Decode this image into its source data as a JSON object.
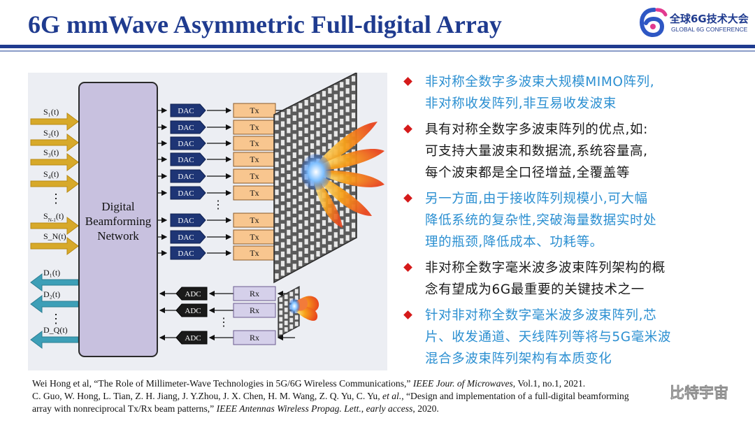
{
  "slide": {
    "title": "6G mmWave Asymmetric Full-digital Array",
    "logo": {
      "cn": "全球6G技术大会",
      "en": "GLOBAL 6G CONFERENCE"
    }
  },
  "diagram": {
    "network_label": [
      "Digital",
      "Beamforming",
      "Network"
    ],
    "tx_inputs": [
      "S₁(t)",
      "S₂(t)",
      "S₃(t)",
      "S₄(t)",
      "⋮",
      "S_{N-1}(t)",
      "S_N(t)"
    ],
    "rx_outputs": [
      "D₁(t)",
      "D₂(t)",
      "⋮",
      "D_Q(t)"
    ],
    "dac_label": "DAC",
    "adc_label": "ADC",
    "tx_label": "Tx",
    "rx_label": "Rx"
  },
  "bullets": [
    {
      "color": "#2b8fd1",
      "lines": [
        "非对称全数字多波束大规模MIMO阵列,",
        "非对称收发阵列,非互易收发波束"
      ]
    },
    {
      "color": "#1a1a1a",
      "lines": [
        "具有对称全数字多波束阵列的优点,如:",
        "可支持大量波束和数据流,系统容量高,",
        "每个波束都是全口径增益,全覆盖等"
      ]
    },
    {
      "color": "#2b8fd1",
      "lines": [
        "另一方面,由于接收阵列规模小,可大幅",
        "降低系统的复杂性,突破海量数据实时处",
        "理的瓶颈,降低成本、功耗等。"
      ]
    },
    {
      "color": "#1a1a1a",
      "lines": [
        "非对称全数字毫米波多波束阵列架构的概",
        "念有望成为6G最重要的关键技术之一"
      ]
    },
    {
      "color": "#2b8fd1",
      "lines": [
        "针对非对称全数字毫米波多波束阵列,芯",
        "片、收发通道、天线阵列等将与5G毫米波",
        "混合多波束阵列架构有本质变化"
      ]
    }
  ],
  "references": {
    "line1": {
      "a": "Wei Hong et al, “The Role of Millimeter-Wave Technologies in 5G/6G Wireless Communications,” ",
      "b": "IEEE Jour. of Microwaves",
      "c": ", Vol.1, no.1, 2021."
    },
    "line2": {
      "a": "C. Guo, W. Hong, L. Tian, Z. H. Jiang, J. Y.Zhou, J. X. Chen, H. M. Wang, Z. Q. Yu, C. Yu, ",
      "b": "et al.",
      "c": ", “Design and implementation of a full-digital beamforming"
    },
    "line3": {
      "a": "array with nonreciprocal Tx/Rx beam patterns,” ",
      "b": "IEEE Antennas Wireless Propag. Lett.",
      "c": ", ",
      "d": "early access",
      "e": ", 2020."
    }
  },
  "watermark": "比特宇宙"
}
